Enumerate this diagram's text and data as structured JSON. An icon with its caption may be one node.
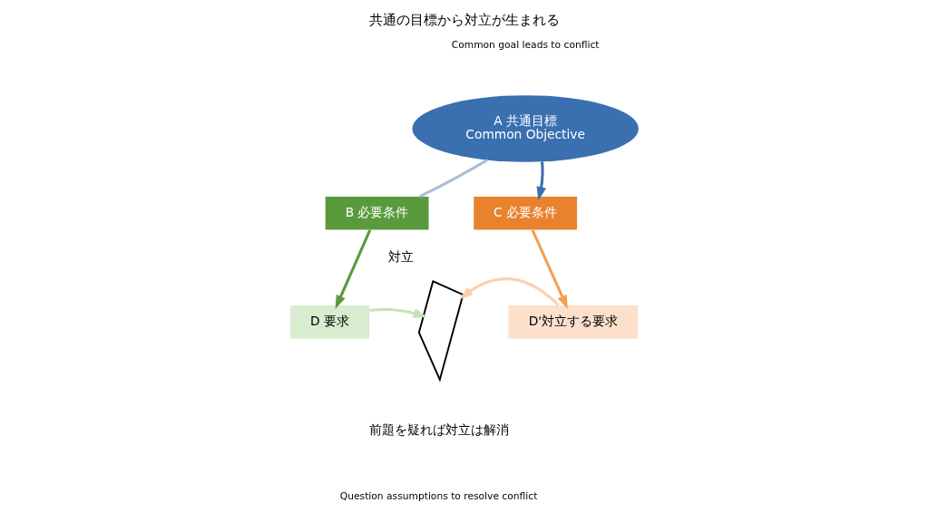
{
  "diagram": {
    "title": "共通の目標から対立が生まれる",
    "caption": "前題を疑れば対立は解消",
    "nodes": [
      {
        "text": [
          "A 共通目標",
          "Common Objective"
        ]
      },
      {
        "text": [
          "B 必要条件"
        ]
      },
      {
        "text": [
          "C 必要条件"
        ]
      },
      {
        "text": [
          "D 要求"
        ]
      },
      {
        "text": [
          "D'対立する要求"
        ]
      },
      {
        "text": [],
        "shape": "lightning",
        "beside": [
          "対立"
        ]
      }
    ],
    "edges": [
      {
        "from": 1,
        "to": 0,
        "arrow": "none",
        "color": "#a9bfd6"
      },
      {
        "from": 0,
        "to": 2,
        "arrow": "to",
        "color": "#3a6fb0"
      },
      {
        "from": 1,
        "to": 3,
        "arrow": "to",
        "color": "#5a9a3c"
      },
      {
        "from": 2,
        "to": 4,
        "arrow": "to",
        "color": "#f0a050"
      },
      {
        "from": 3,
        "to": 5,
        "arrow": "to",
        "color": "#c5e3b5"
      },
      {
        "from": 4,
        "to": 5,
        "arrow": "to",
        "color": "#fbd0b0"
      }
    ],
    "labels": [
      "Common goal leads to conflict",
      "Question assumptions to resolve conflict"
    ]
  }
}
